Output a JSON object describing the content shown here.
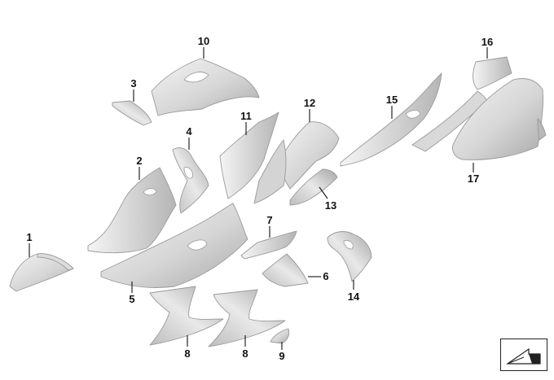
{
  "diagram": {
    "callouts": [
      "1",
      "2",
      "3",
      "4",
      "5",
      "6",
      "7",
      "8",
      "8",
      "9",
      "10",
      "11",
      "12",
      "13",
      "14",
      "15",
      "16",
      "17"
    ]
  },
  "colors": {
    "part_light": "#f2f2f2",
    "part_mid": "#c9c9c9",
    "part_dark": "#9b9b9b",
    "leader": "#111111"
  },
  "icons": {
    "navigation": "exploded-view-arrow-icon"
  }
}
